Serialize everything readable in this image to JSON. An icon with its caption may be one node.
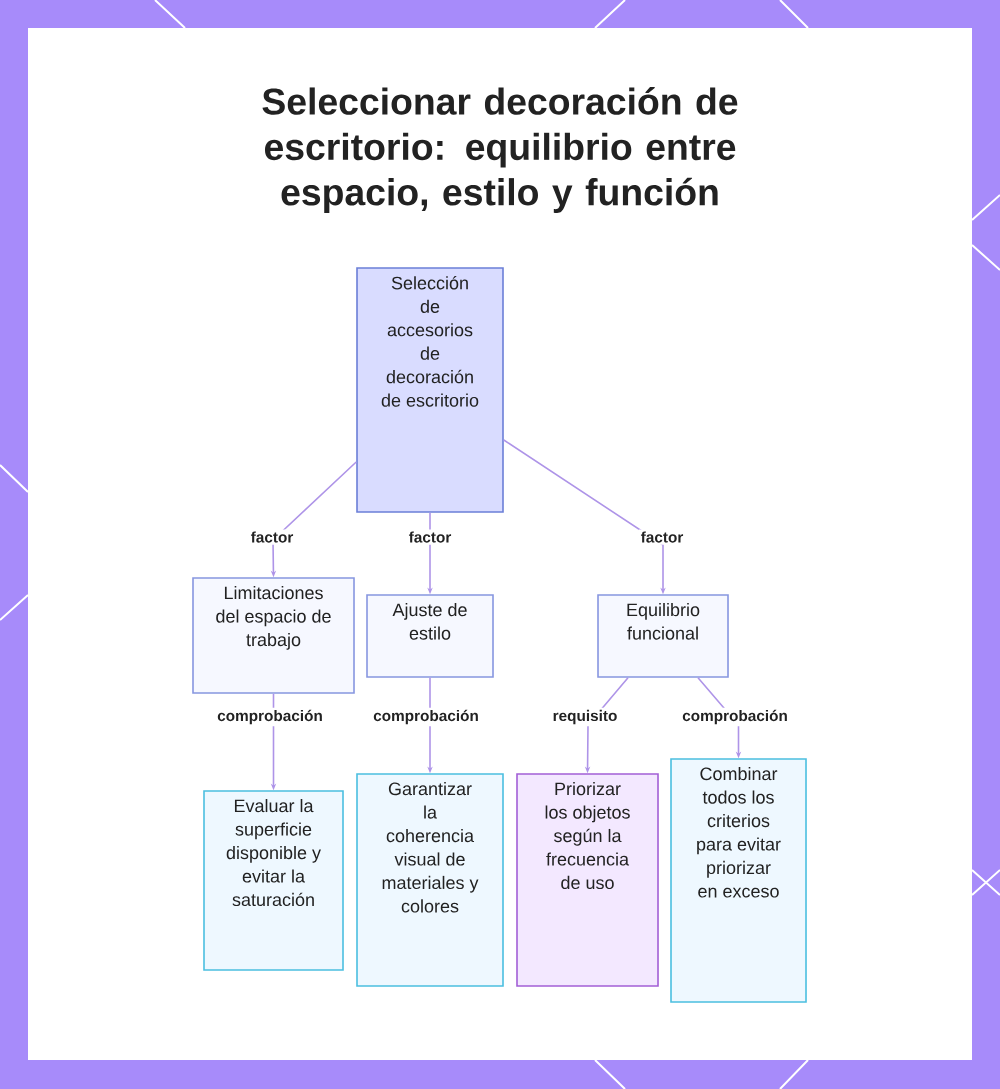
{
  "diagram": {
    "title": "Seleccionar decoración de escritorio: equilibrio entre espacio, estilo y función",
    "nodes": [
      {
        "text": [
          "Selección de accesorios de decoración de escritorio"
        ]
      },
      {
        "text": [
          "Limitaciones del espacio de trabajo"
        ]
      },
      {
        "text": [
          "Ajuste de estilo"
        ]
      },
      {
        "text": [
          "Equilibrio funcional"
        ]
      },
      {
        "text": [
          "Evaluar la superficie disponible y evitar la saturación"
        ]
      },
      {
        "text": [
          "Garantizar la coherencia visual de materiales y colores"
        ]
      },
      {
        "text": [
          "Priorizar los objetos según la frecuencia de uso"
        ]
      },
      {
        "text": [
          "Combinar todos los criterios para evitar priorizar en exceso"
        ]
      }
    ],
    "edges": [
      {
        "from": 0,
        "to": 1,
        "arrow": "to",
        "label": "factor"
      },
      {
        "from": 0,
        "to": 2,
        "arrow": "to",
        "label": "factor"
      },
      {
        "from": 0,
        "to": 3,
        "arrow": "to",
        "label": "factor"
      },
      {
        "from": 1,
        "to": 4,
        "arrow": "to",
        "label": "comprobación"
      },
      {
        "from": 2,
        "to": 5,
        "arrow": "to",
        "label": "comprobación"
      },
      {
        "from": 3,
        "to": 6,
        "arrow": "to",
        "label": "requisito"
      },
      {
        "from": 3,
        "to": 7,
        "arrow": "to",
        "label": "comprobación"
      }
    ]
  }
}
